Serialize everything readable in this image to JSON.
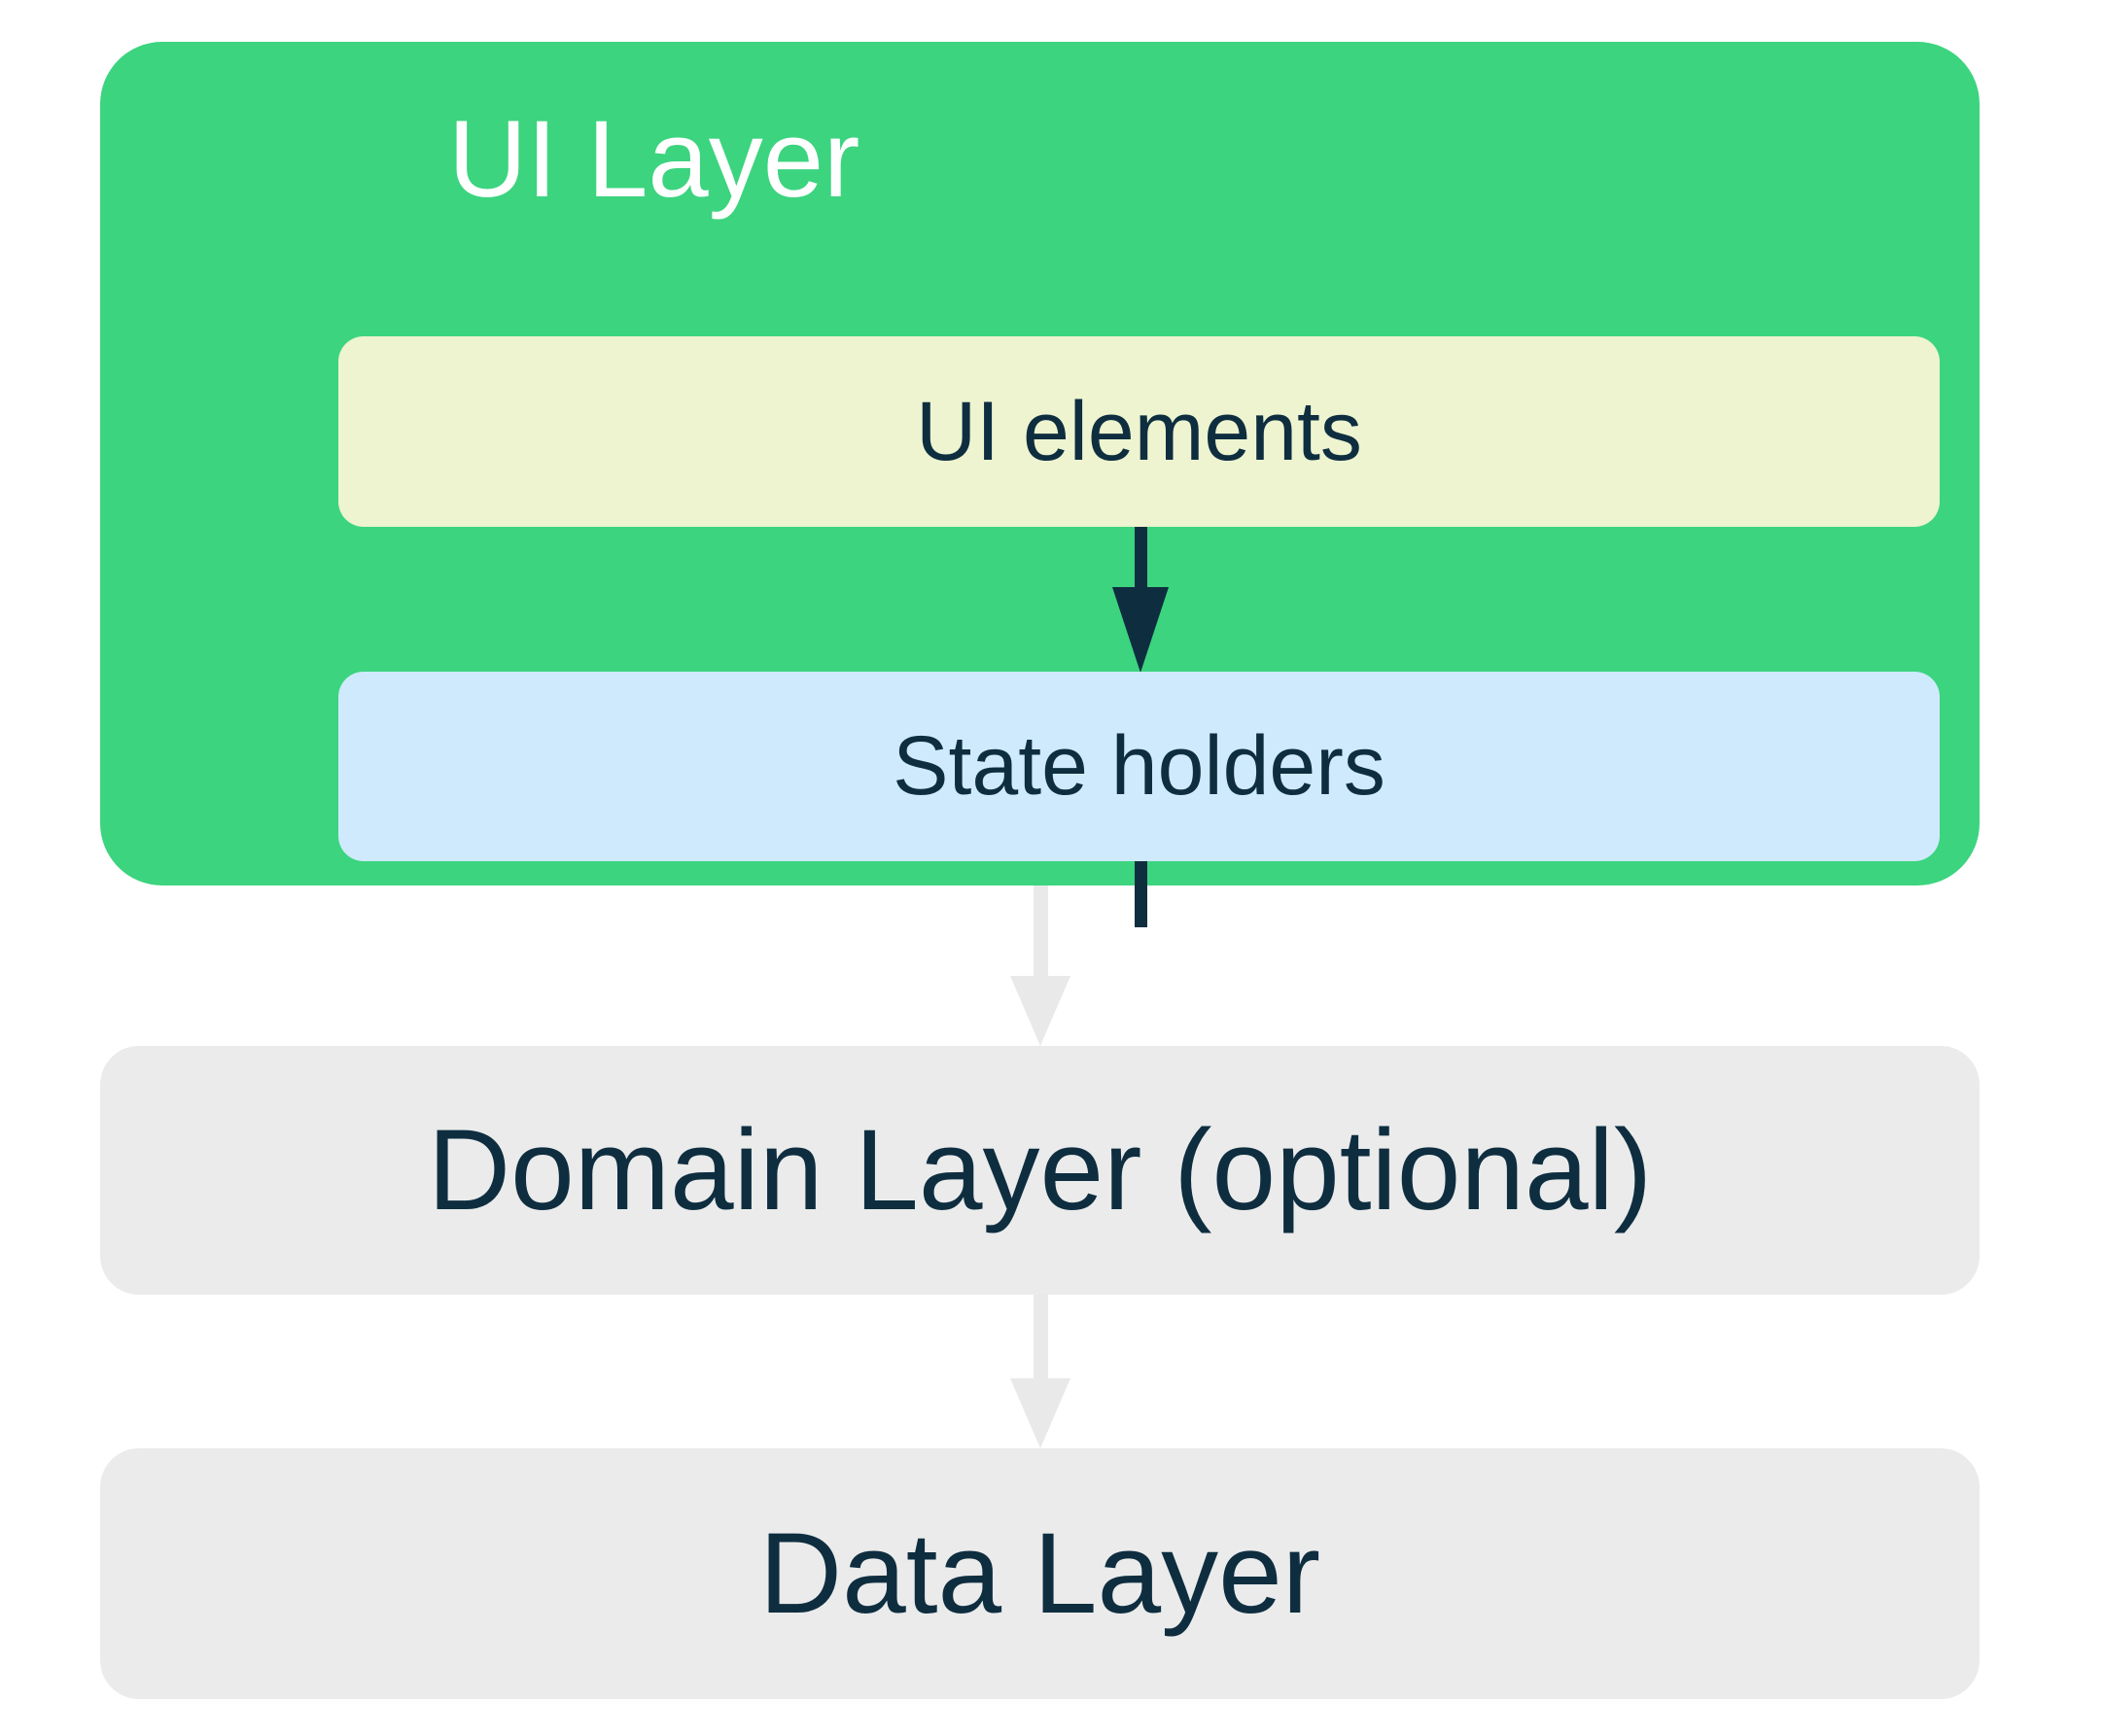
{
  "colors": {
    "green": "#3CD47F",
    "pale_yellow": "#EDF4CF",
    "pale_blue": "#CFEAFC",
    "gray": "#EBEBEB",
    "navy": "#0E2E40",
    "arrow_gray": "#E9E9E9",
    "white": "#FFFFFF",
    "page_bg": "#FFFFFF"
  },
  "ui_layer": {
    "title": "UI Layer",
    "boxes": [
      {
        "label": "UI elements"
      },
      {
        "label": "State holders"
      }
    ]
  },
  "domain_layer": {
    "label": "Domain Layer (optional)"
  },
  "data_layer": {
    "label": "Data Layer"
  }
}
